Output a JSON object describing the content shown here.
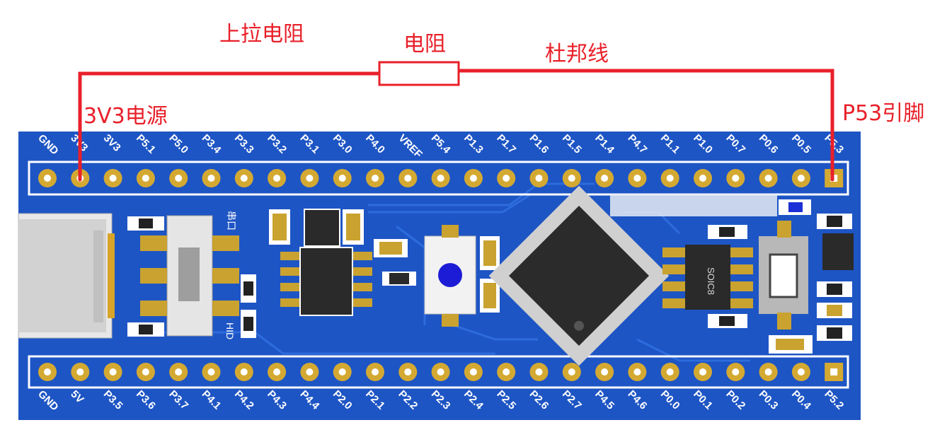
{
  "annotations": {
    "pullup": "上拉电阻",
    "resistor": "电阻",
    "dupont": "杜邦线",
    "power": "3V3电源",
    "pin": "P53引脚"
  },
  "board": {
    "top_pins": [
      "GND",
      "3V3",
      "3V3",
      "P5.1",
      "P5.0",
      "P3.4",
      "P3.3",
      "P3.2",
      "P3.1",
      "P3.0",
      "P4.0",
      "VREF",
      "P5.4",
      "P1.3",
      "P1.7",
      "P1.6",
      "P1.5",
      "P1.4",
      "P4.7",
      "P1.1",
      "P1.0",
      "P0.7",
      "P0.6",
      "P0.5",
      "P5.3"
    ],
    "bottom_pins": [
      "GND",
      "5V",
      "P3.5",
      "P3.6",
      "P3.7",
      "P4.1",
      "P4.2",
      "P4.3",
      "P4.4",
      "P2.0",
      "P2.1",
      "P2.2",
      "P2.3",
      "P2.4",
      "P2.5",
      "P2.6",
      "P2.7",
      "P4.5",
      "P4.6",
      "P0.0",
      "P0.1",
      "P0.2",
      "P0.3",
      "P0.4",
      "P5.2"
    ],
    "soic_label": "SOIC8",
    "serial_label": "串口",
    "hid_label": "HID",
    "colors": {
      "pcb": "#1e55c4",
      "trace": "#2f6fe0",
      "wire": "#e8202a",
      "pad": "#c9a230"
    }
  }
}
